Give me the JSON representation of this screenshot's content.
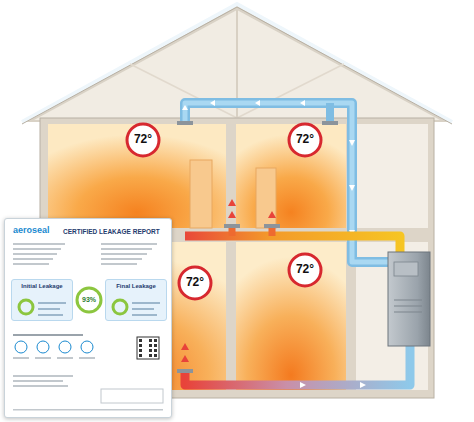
{
  "diagram": {
    "nodes": [
      {
        "text": [
          "72°"
        ]
      },
      {
        "text": [
          "72°"
        ]
      },
      {
        "text": [
          "aeroseal",
          "CERTIFIED LEAKAGE REPORT"
        ]
      },
      {
        "text": [
          "Initial Leakage"
        ],
        "in": 2
      },
      {
        "text": [
          "93%"
        ],
        "in": 2
      },
      {
        "text": [
          "Final Leakage"
        ],
        "in": 2
      },
      {
        "text": [
          "72°"
        ]
      },
      {
        "text": [
          "72°"
        ]
      }
    ]
  }
}
